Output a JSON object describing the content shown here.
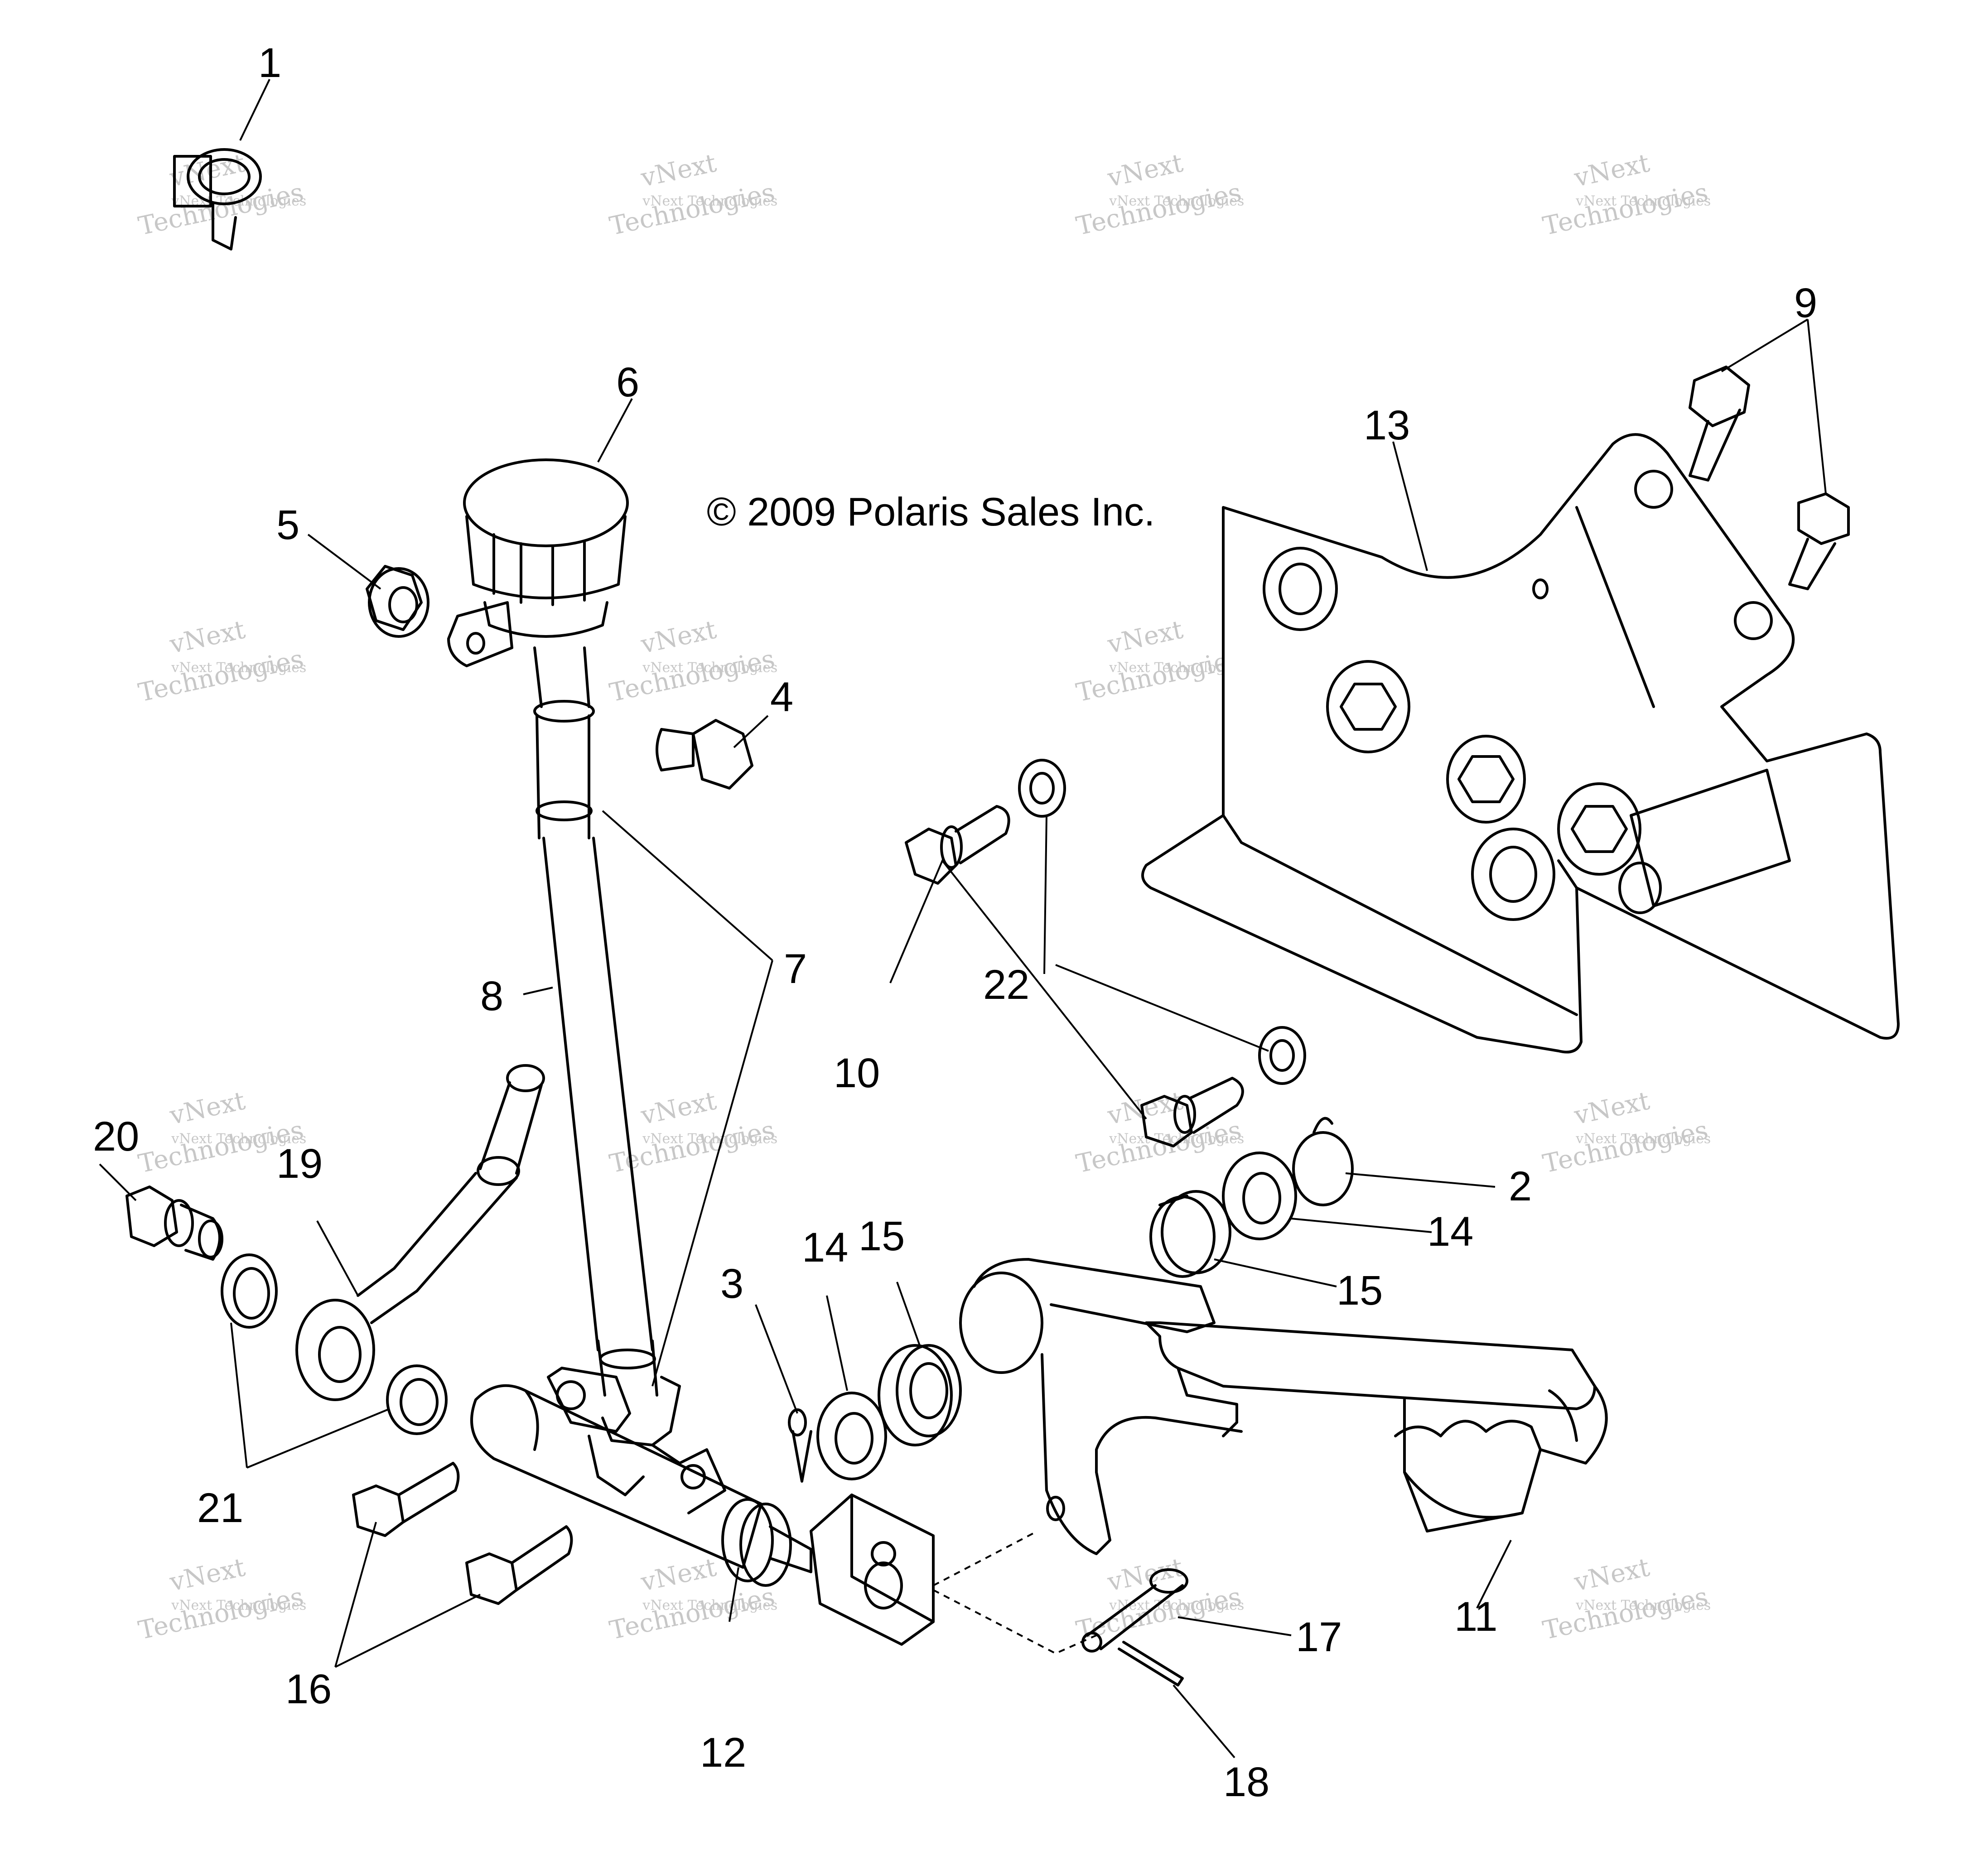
{
  "copyright": "© 2009 Polaris Sales Inc.",
  "watermark": {
    "line_small": "vNext Technologies",
    "line_big_1": "vNext",
    "line_big_2": "Technologies"
  },
  "callouts": {
    "c1": "1",
    "c2": "2",
    "c3": "3",
    "c4": "4",
    "c5": "5",
    "c6": "6",
    "c7": "7",
    "c8": "8",
    "c9": "9",
    "c10": "10",
    "c11": "11",
    "c12": "12",
    "c13": "13",
    "c14a": "14",
    "c14b": "14",
    "c15a": "15",
    "c15b": "15",
    "c16": "16",
    "c17": "17",
    "c18": "18",
    "c19": "19",
    "c20": "20",
    "c21": "21",
    "c22": "22"
  }
}
